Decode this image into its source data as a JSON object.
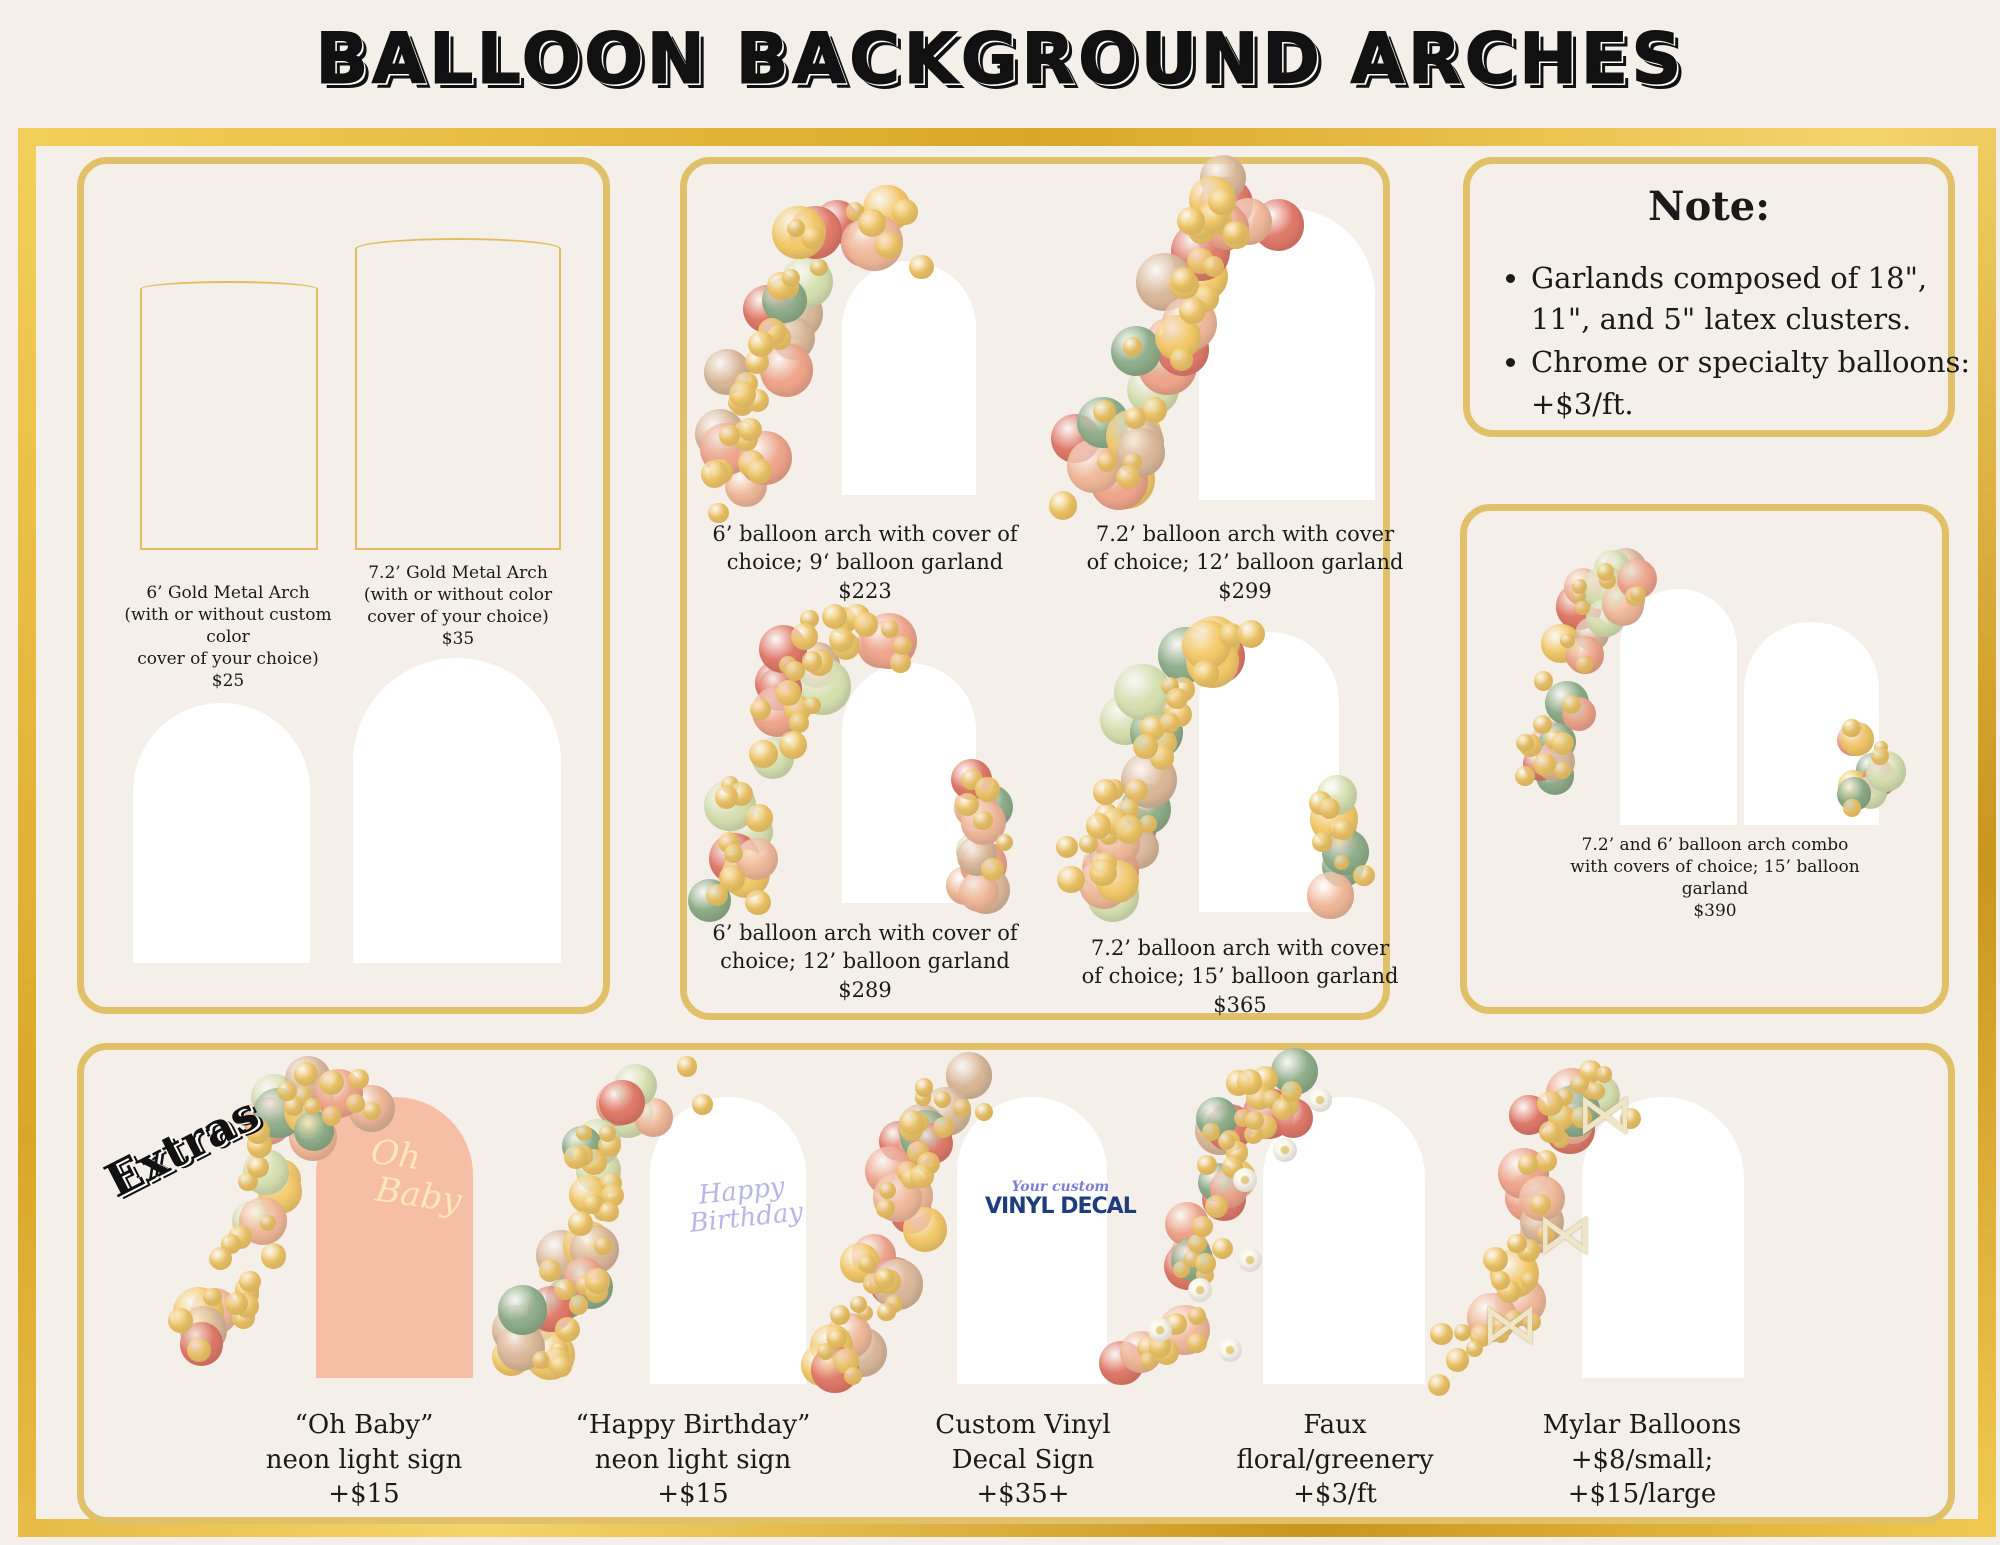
{
  "title": "BALLOON BACKGROUND ARCHES",
  "metal_arches": [
    {
      "lines": [
        "6’ Gold Metal Arch",
        "(with or without custom color",
        "cover of your choice)"
      ],
      "price": "$25"
    },
    {
      "lines": [
        "7.2’ Gold Metal Arch",
        "(with or without color",
        "cover of your choice)"
      ],
      "price": "$35"
    }
  ],
  "packages": [
    {
      "lines": [
        "6’ balloon arch with cover of",
        "choice; 9‘ balloon garland"
      ],
      "price": "$223"
    },
    {
      "lines": [
        "7.2’ balloon arch with cover",
        "of choice; 12’ balloon garland"
      ],
      "price": "$299"
    },
    {
      "lines": [
        "6’ balloon arch with cover of",
        "choice; 12’ balloon garland"
      ],
      "price": "$289"
    },
    {
      "lines": [
        "7.2’ balloon arch with cover",
        "of choice; 15’ balloon garland"
      ],
      "price": "$365"
    }
  ],
  "note": {
    "heading": "Note:",
    "bullets": [
      "Garlands composed of 18\", 11\", and 5\" latex clusters.",
      "Chrome or specialty balloons: +$3/ft."
    ]
  },
  "combo": {
    "lines": [
      "7.2’ and 6’ balloon arch combo",
      "with covers of choice; 15’ balloon",
      "garland"
    ],
    "price": "$390"
  },
  "extras": {
    "heading": "Extras",
    "items": [
      {
        "lines": [
          "“Oh Baby”",
          "neon light sign",
          "+$15"
        ],
        "sign": [
          "Oh",
          "Baby"
        ]
      },
      {
        "lines": [
          "“Happy Birthday”",
          "neon light sign",
          "+$15"
        ],
        "sign": [
          "Happy",
          "Birthday"
        ]
      },
      {
        "lines": [
          "Custom Vinyl",
          "Decal Sign",
          "+$35+"
        ],
        "sign": [
          "Your custom",
          "VINYL DECAL"
        ]
      },
      {
        "lines": [
          "Faux",
          "floral/greenery",
          "+$3/ft"
        ]
      },
      {
        "lines": [
          "Mylar Balloons",
          "+$8/small;",
          "+$15/large"
        ]
      }
    ]
  },
  "colors": {
    "gold": "#e6bc3c",
    "panel_border": "#e0c068",
    "background": "#f4efe9",
    "peach_cover": "#f6bfa5",
    "balloons": [
      "#8fae8a",
      "#f0b89a",
      "#e07a6a",
      "#f3c96a",
      "#d9b89a",
      "#d5dfb0",
      "#eea58c"
    ]
  }
}
